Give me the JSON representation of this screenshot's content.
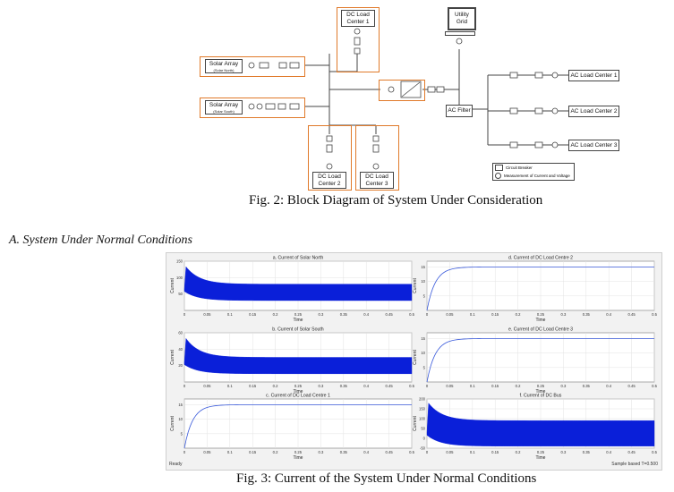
{
  "block_diagram": {
    "solar_north": {
      "title": "Solar Array",
      "sub": "(Solar North)"
    },
    "solar_south": {
      "title": "Solar Array",
      "sub": "(Solar South)"
    },
    "dc_load_1": "DC Load Center 1",
    "dc_load_2": "DC Load Center 2",
    "dc_load_3": "DC Load Center 3",
    "utility_grid": "Utility Grid",
    "ac_filter": "AC Filter",
    "ac_load_1": "AC Load Center 1",
    "ac_load_2": "AC Load Center 2",
    "ac_load_3": "AC Load Center 3",
    "legend": {
      "breaker": "Circuit Breaker",
      "measure": "Measurement of Current and Voltage"
    }
  },
  "fig2_caption": "Fig. 2: Block Diagram of System Under Consideration",
  "section_heading": "A.   System Under Normal Conditions",
  "fig3_caption": "Fig. 3: Current of the System Under Normal Conditions",
  "scope_status": {
    "left": "Ready",
    "right": "Sample based   T=0.500"
  },
  "chart_data": [
    {
      "type": "line",
      "title": "a. Current of Solar North",
      "xlabel": "Time",
      "ylabel": "Current",
      "xlim": [
        0,
        0.5
      ],
      "ylim": [
        0,
        150
      ],
      "yticks": [
        50,
        100,
        150
      ],
      "series": [
        {
          "kind": "oscillating_decay",
          "peak": 140,
          "mean": 65,
          "band_low": 30,
          "band_high": 80
        }
      ]
    },
    {
      "type": "line",
      "title": "b. Current of Solar South",
      "xlabel": "Time",
      "ylabel": "Current",
      "xlim": [
        0,
        0.5
      ],
      "ylim": [
        0,
        60
      ],
      "yticks": [
        20,
        40,
        60
      ],
      "series": [
        {
          "kind": "oscillating_decay",
          "peak": 56,
          "mean": 24,
          "band_low": 10,
          "band_high": 30
        }
      ]
    },
    {
      "type": "line",
      "title": "c. Current of DC Load Centre 1",
      "xlabel": "Time",
      "ylabel": "Current",
      "xlim": [
        0,
        0.5
      ],
      "ylim": [
        0,
        17
      ],
      "yticks": [
        5,
        10,
        15
      ],
      "series": [
        {
          "kind": "rise",
          "final": 15
        }
      ]
    },
    {
      "type": "line",
      "title": "d. Current of DC Load Centre 2",
      "xlabel": "Time",
      "ylabel": "Current",
      "xlim": [
        0,
        0.5
      ],
      "ylim": [
        0,
        17
      ],
      "yticks": [
        5,
        10,
        15
      ],
      "series": [
        {
          "kind": "rise",
          "final": 15
        }
      ]
    },
    {
      "type": "line",
      "title": "e. Current of DC Load Centre 3",
      "xlabel": "Time",
      "ylabel": "Current",
      "xlim": [
        0,
        0.5
      ],
      "ylim": [
        0,
        17
      ],
      "yticks": [
        5,
        10,
        15
      ],
      "series": [
        {
          "kind": "rise",
          "final": 15
        }
      ]
    },
    {
      "type": "line",
      "title": "f. Current of DC Bus",
      "xlabel": "Time",
      "ylabel": "Current",
      "xlim": [
        0,
        0.5
      ],
      "ylim": [
        -50,
        200
      ],
      "yticks": [
        -50,
        0,
        50,
        100,
        150,
        200
      ],
      "series": [
        {
          "kind": "oscillating_decay",
          "peak": 190,
          "mean": 30,
          "band_low": -40,
          "band_high": 90
        }
      ]
    }
  ],
  "x_ticks": [
    "0",
    "0.05",
    "0.1",
    "0.15",
    "0.2",
    "0.25",
    "0.3",
    "0.35",
    "0.4",
    "0.45",
    "0.5"
  ]
}
